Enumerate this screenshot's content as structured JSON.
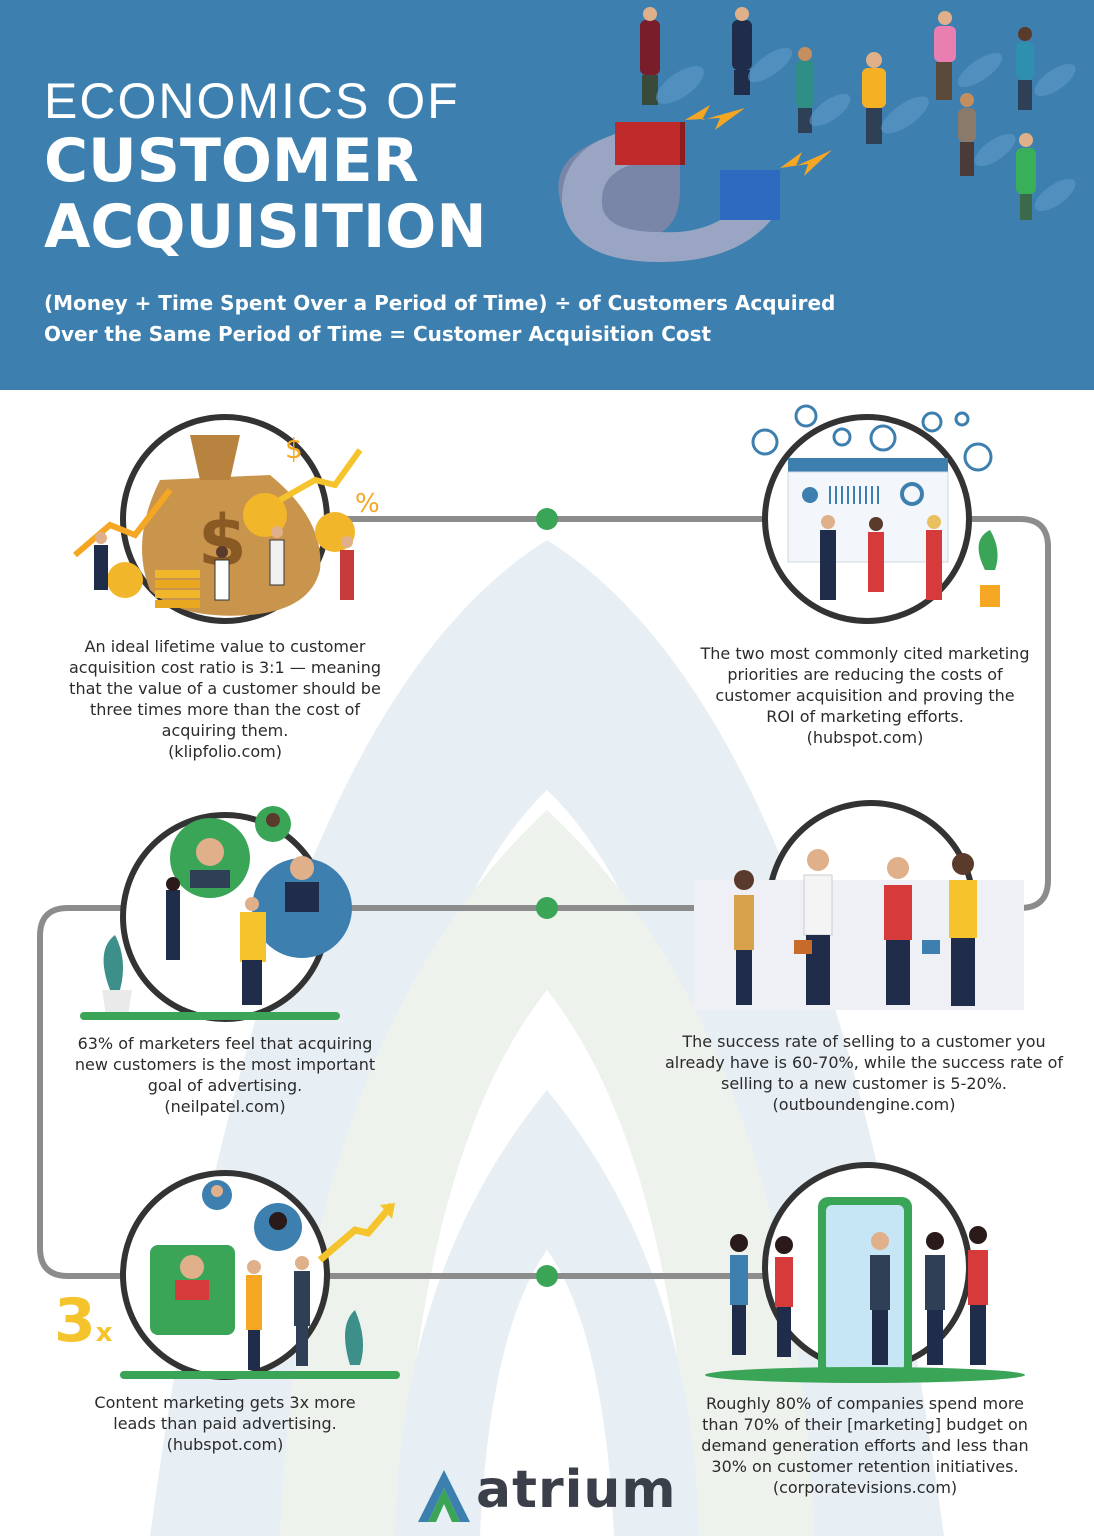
{
  "header": {
    "title_line1": "ECONOMICS OF",
    "title_line2": "CUSTOMER",
    "title_line3": "ACQUISITION",
    "formula_line1": "(Money + Time Spent Over a Period of Time) ÷ of Customers Acquired",
    "formula_line2": "Over the Same Period of Time = Customer Acquisition Cost"
  },
  "stats": [
    {
      "text": "An ideal lifetime value to customer acquisition cost ratio is 3:1 — meaning that the value of a customer should be three times more than the cost of acquiring them.",
      "source": "(klipfolio.com)",
      "icon": "money-bag-illustration"
    },
    {
      "text": "The two most commonly cited marketing priorities are reducing the costs of customer acquisition and proving the ROI of marketing efforts.",
      "source": "(hubspot.com)",
      "icon": "dashboard-team-illustration"
    },
    {
      "text": "63% of marketers feel that acquiring new customers is the most important goal of advertising.",
      "source": "(neilpatel.com)",
      "icon": "profiles-team-illustration"
    },
    {
      "text": "The success rate of selling to a customer you already have is 60-70%, while the success rate of selling to a new customer is 5-20%.",
      "source": "(outboundengine.com)",
      "icon": "handshake-illustration"
    },
    {
      "text": "Content marketing gets 3x more leads than paid advertising.",
      "source": "(hubspot.com)",
      "icon": "content-growth-illustration"
    },
    {
      "text": "Roughly 80% of companies spend more than 70% of their [marketing] budget on demand generation efforts and less than 30% on customer retention initiatives.",
      "source": "(corporatevisions.com)",
      "icon": "door-walkers-illustration"
    }
  ],
  "badge_3x": {
    "number": "3",
    "suffix": "x"
  },
  "logo": {
    "text": "atrium"
  },
  "colors": {
    "header_bg": "#3d80b0",
    "path": "#8c8c8c",
    "node": "#3aa457",
    "accent_yellow": "#f5c42c"
  }
}
